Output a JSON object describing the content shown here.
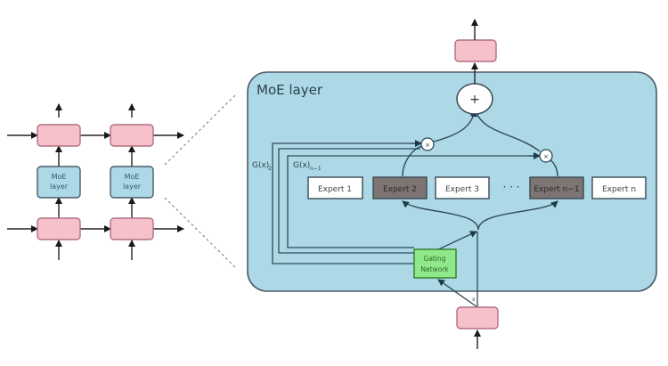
{
  "diagram": {
    "title": "MoE layer",
    "left_stack": {
      "moe_block_label_line1": "MoE",
      "moe_block_label_line2": "layer"
    },
    "gates": {
      "gate_2_label": "G(x)",
      "gate_2_sub": "2",
      "gate_n1_label": "G(x)",
      "gate_n1_sub": "n−1",
      "multiply_symbol": "×",
      "sum_symbol": "+"
    },
    "experts": [
      {
        "label": "Expert 1",
        "active": false
      },
      {
        "label": "Expert 2",
        "active": true
      },
      {
        "label": "Expert 3",
        "active": false
      },
      {
        "label": "Expert n−1",
        "active": true
      },
      {
        "label": "Expert n",
        "active": false
      }
    ],
    "ellipsis": "· · ·",
    "gating_network_line1": "Gating",
    "gating_network_line2": "Network",
    "input_label": "x",
    "colors": {
      "pink_block": "#f7c1cc",
      "pink_border": "#b07080",
      "moe_bg": "#add8e6",
      "moe_border": "#4a5a66",
      "line": "#2e4a5a",
      "active_expert": "#7d7573",
      "inactive_expert": "#ffffff",
      "gating_fill": "#8fe88a",
      "gating_border": "#2f7a2a"
    }
  }
}
